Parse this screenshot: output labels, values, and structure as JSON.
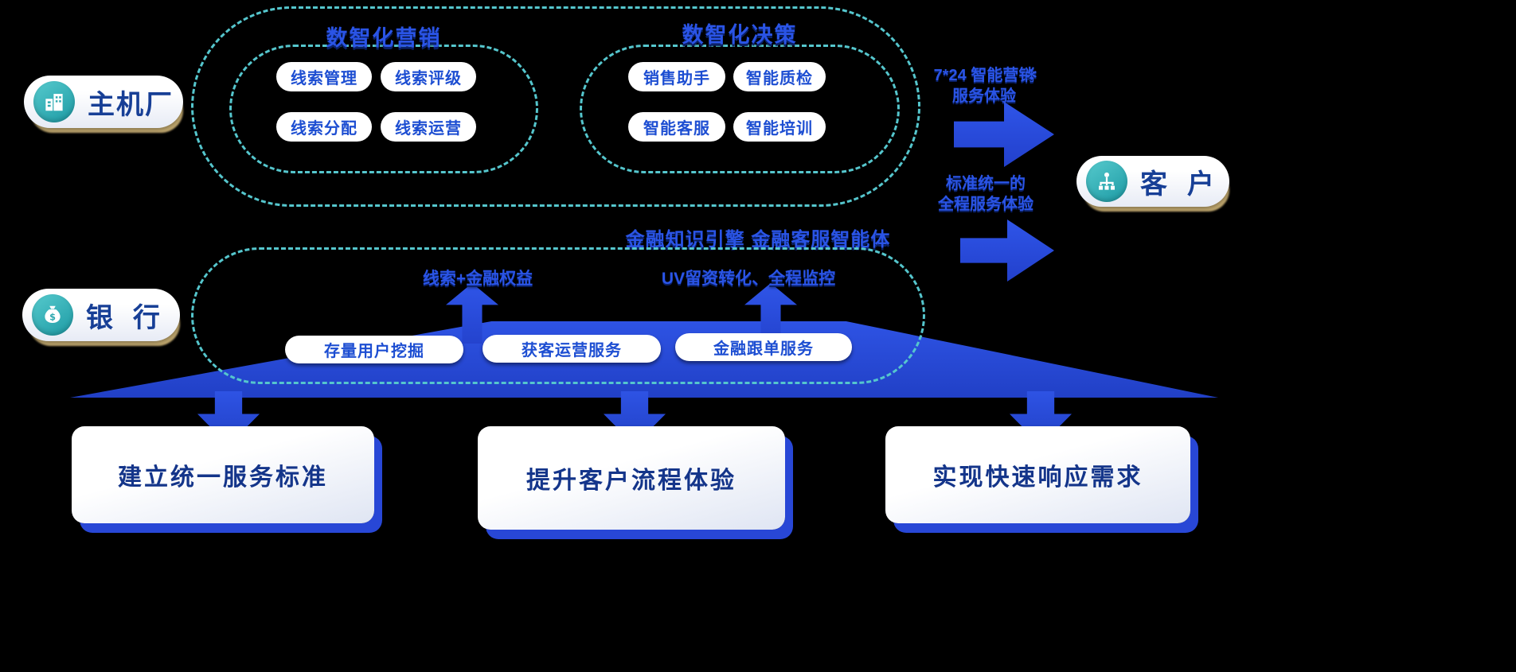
{
  "actors": {
    "oem": "主机厂",
    "bank": "银  行",
    "customer": "客  户"
  },
  "marketing": {
    "title": "数智化营销",
    "items": [
      "线索管理",
      "线索评级",
      "线索分配",
      "线索运营"
    ]
  },
  "decision": {
    "title": "数智化决策",
    "items": [
      "销售助手",
      "智能质检",
      "智能客服",
      "智能培训"
    ]
  },
  "engine_caption": "金融知识引擎 金融客服智能体",
  "bank_section": {
    "label_left": "线索+金融权益",
    "label_right": "UV留资转化、全程监控",
    "pills": [
      "存量用户挖掘",
      "获客运营服务",
      "金融跟单服务"
    ]
  },
  "flow_arrows": {
    "top": {
      "line1": "7*24 智能营销",
      "line2": "服务体验",
      "sparkle": "✻"
    },
    "bottom": {
      "line1": "标准统一的",
      "line2": "全程服务体验"
    }
  },
  "outcomes": [
    "建立统一服务标准",
    "提升客户流程体验",
    "实现快速响应需求"
  ],
  "icons": {
    "oem": "building-icon",
    "bank": "money-bag-icon",
    "customer": "org-chart-icon"
  },
  "colors": {
    "primary_blue": "#2b4ede",
    "dashed_teal": "#55c6cd",
    "icon_teal": "#2fa9b0",
    "actor_navy": "#173f96",
    "shadow_tan": "#c3aa70"
  }
}
